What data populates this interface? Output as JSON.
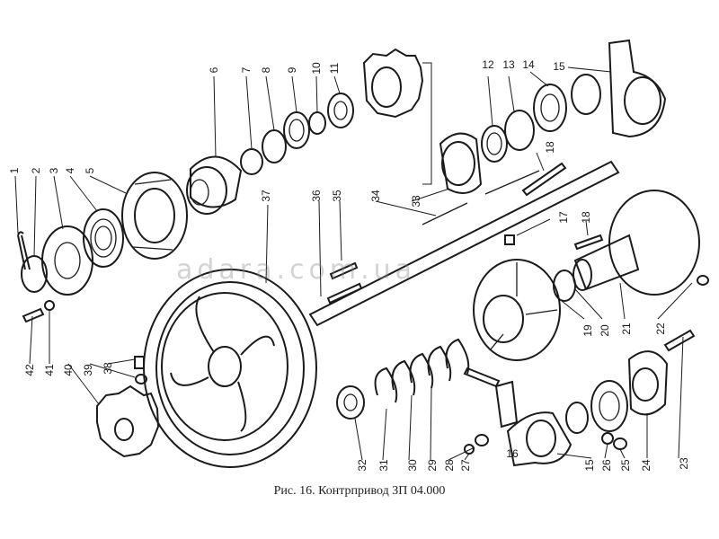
{
  "caption": "Рис. 16. Контрпривод ЗП 04.000",
  "watermark": "adara.com.ua",
  "labels": {
    "l1": "1",
    "l2": "2",
    "l3": "3",
    "l4": "4",
    "l5": "5",
    "l6": "6",
    "l7": "7",
    "l8": "8",
    "l9": "9",
    "l10": "10",
    "l11": "11",
    "l12": "12",
    "l13": "13",
    "l14": "14",
    "l15a": "15",
    "l15b": "15",
    "l16": "16",
    "l17": "17",
    "l18a": "18",
    "l18b": "18",
    "l19": "19",
    "l20": "20",
    "l21": "21",
    "l22": "22",
    "l23": "23",
    "l24": "24",
    "l25": "25",
    "l26": "26",
    "l27": "27",
    "l28": "28",
    "l29": "29",
    "l30": "30",
    "l31": "31",
    "l32": "32",
    "l33": "33",
    "l34": "34",
    "l35": "35",
    "l36": "36",
    "l37": "37",
    "l38": "38",
    "l39": "39",
    "l40": "40",
    "l41": "41",
    "l42": "42"
  },
  "colors": {
    "ink": "#1b1b1b",
    "background": "#ffffff",
    "watermark": "#8c8c8c"
  }
}
